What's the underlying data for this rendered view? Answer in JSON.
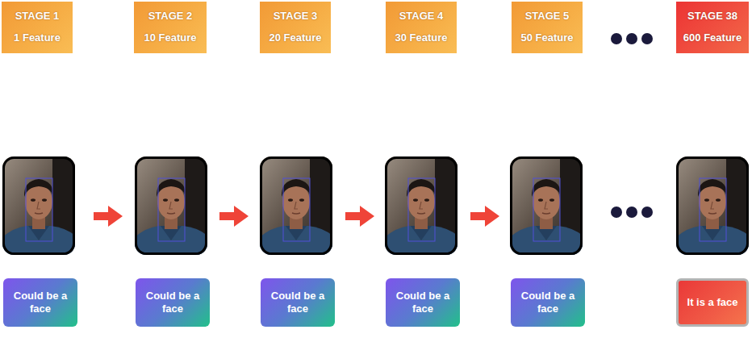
{
  "diagram": {
    "nodes": [
      {
        "text": [
          "STAGE 1",
          "1 Feature"
        ]
      },
      {
        "text": [
          "STAGE 2",
          "10 Feature"
        ]
      },
      {
        "text": [
          "STAGE 3",
          "20 Feature"
        ]
      },
      {
        "text": [
          "STAGE 4",
          "30 Feature"
        ]
      },
      {
        "text": [
          "STAGE 5",
          "50 Feature"
        ]
      },
      {
        "text": [
          "STAGE 38",
          "600 Feature"
        ]
      },
      {
        "text": [
          "Could be a face"
        ]
      },
      {
        "text": [
          "Could be a face"
        ]
      },
      {
        "text": [
          "Could be a face"
        ]
      },
      {
        "text": [
          "Could be a face"
        ]
      },
      {
        "text": [
          "Could be a face"
        ]
      },
      {
        "text": [
          "It is a face"
        ]
      }
    ]
  }
}
